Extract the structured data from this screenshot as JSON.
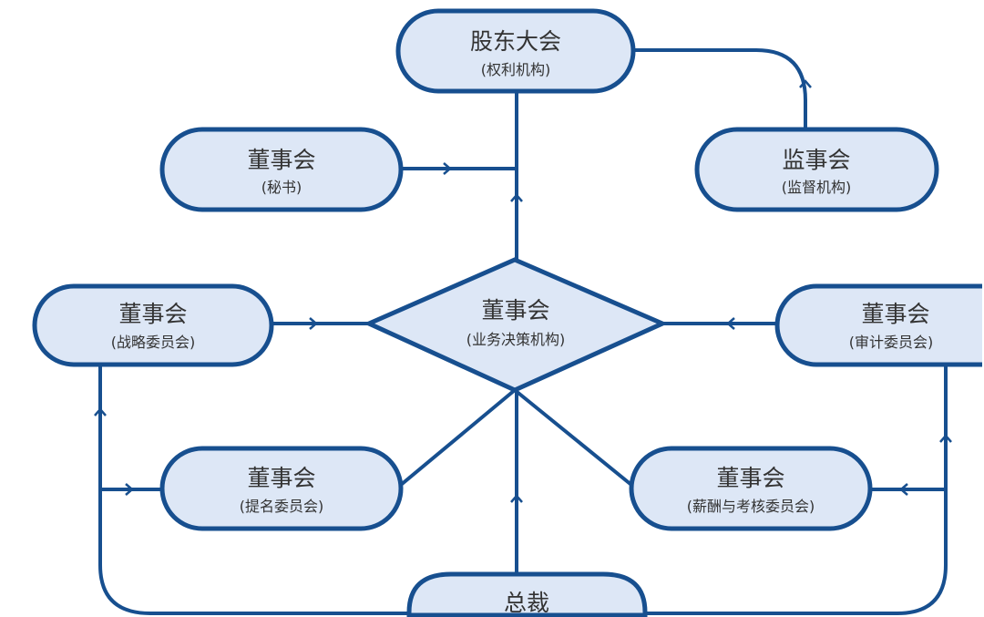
{
  "nodes": {
    "shareholders": {
      "title": "股东大会",
      "subtitle": "(权利机构)"
    },
    "secretary": {
      "title": "董事会",
      "subtitle": "(秘书)"
    },
    "supervisors": {
      "title": "监事会",
      "subtitle": "(监督机构)"
    },
    "strategy": {
      "title": "董事会",
      "subtitle": "(战略委员会)"
    },
    "board": {
      "title": "董事会",
      "subtitle": "(业务决策机构)"
    },
    "audit": {
      "title": "董事会",
      "subtitle": "(审计委员会)"
    },
    "nomination": {
      "title": "董事会",
      "subtitle": "(提名委员会)"
    },
    "compensation": {
      "title": "董事会",
      "subtitle": "(薪酬与考核委员会)"
    },
    "president": {
      "title": "总裁"
    }
  },
  "colors": {
    "stroke": "#174f8f",
    "fill": "#dde7f6"
  }
}
